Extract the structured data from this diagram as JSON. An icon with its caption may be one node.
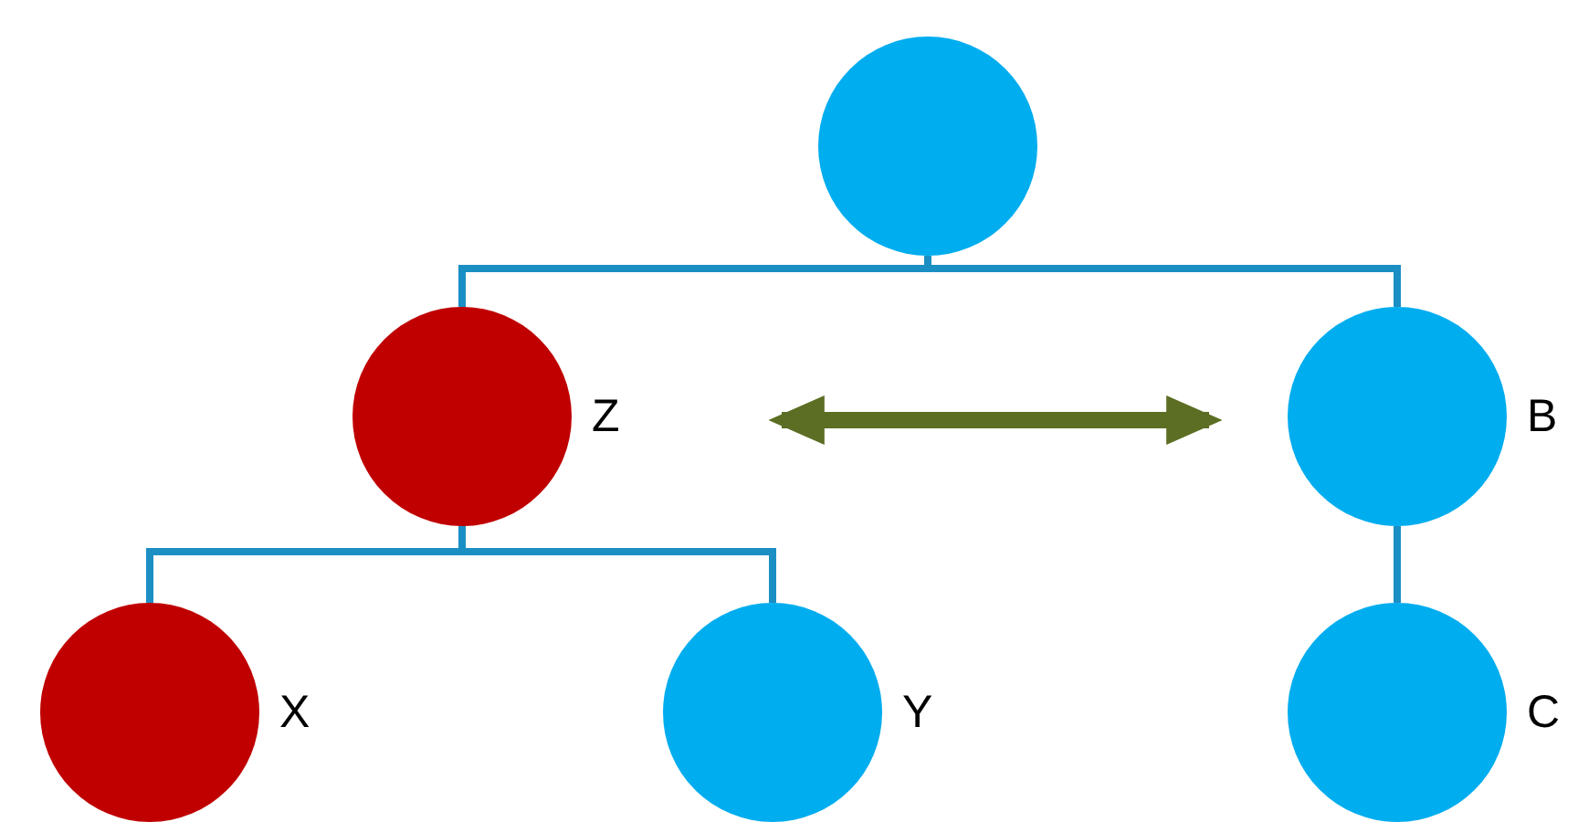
{
  "diagram": {
    "nodes": [
      {
        "text": [],
        "shape": "circle"
      },
      {
        "text": [
          "Z"
        ]
      },
      {
        "text": [
          "B"
        ]
      },
      {
        "text": [
          "X"
        ]
      },
      {
        "text": [
          "Y"
        ]
      },
      {
        "text": [
          "C"
        ]
      }
    ],
    "edges": [
      {
        "from": 0,
        "to": 1,
        "arrow": "none"
      },
      {
        "from": 0,
        "to": 2,
        "arrow": "none"
      },
      {
        "from": 1,
        "to": 3,
        "arrow": "none"
      },
      {
        "from": 1,
        "to": 4,
        "arrow": "none"
      },
      {
        "from": 2,
        "to": 5,
        "arrow": "none"
      },
      {
        "from": 1,
        "to": 2,
        "arrow": "both",
        "style": "thick",
        "color": "#5b6e23"
      }
    ]
  }
}
